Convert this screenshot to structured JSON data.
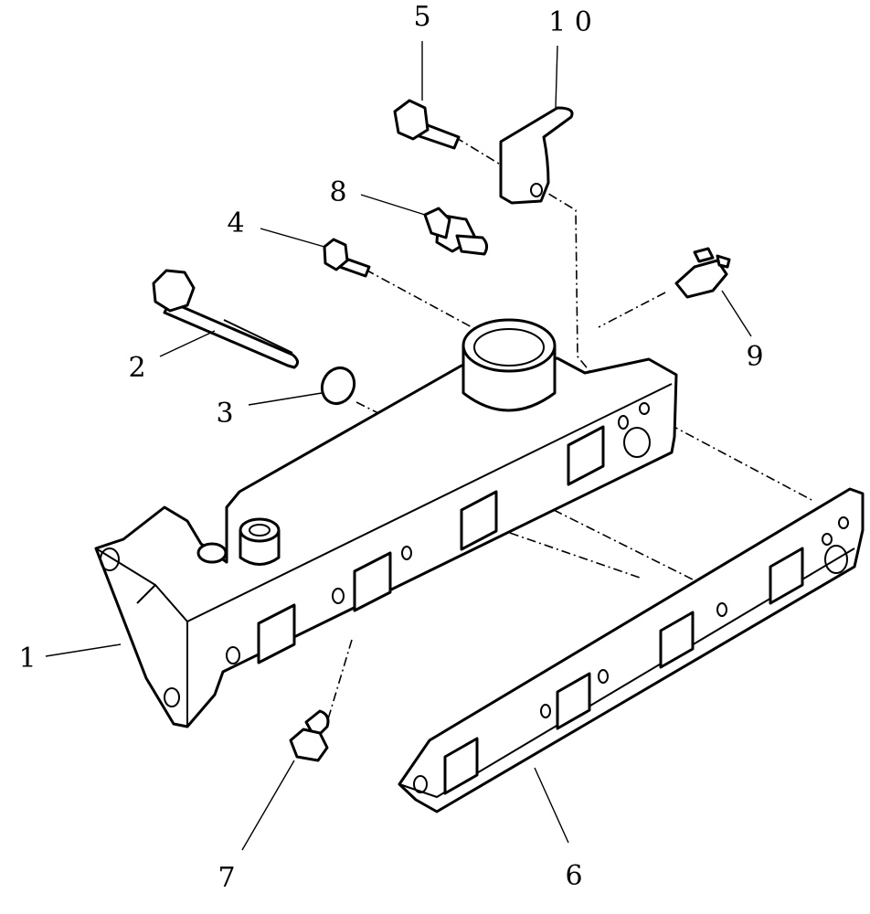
{
  "labels": {
    "l1": "1",
    "l2": "2",
    "l3": "3",
    "l4": "4",
    "l5": "5",
    "l6": "6",
    "l7": "7",
    "l8": "8",
    "l9": "9",
    "l10": "1 0"
  },
  "colors": {
    "line": "#000000",
    "background": "#ffffff"
  }
}
